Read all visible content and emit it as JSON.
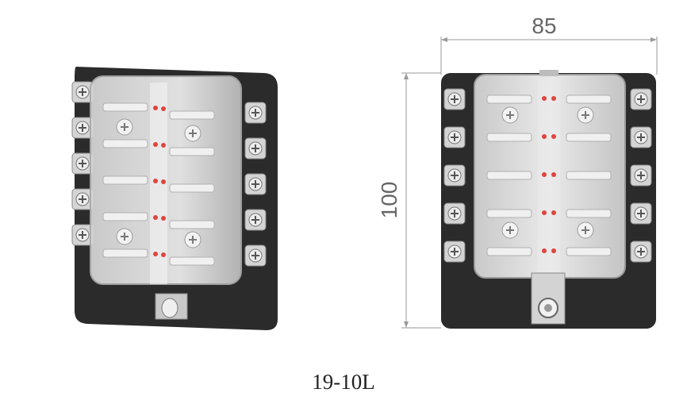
{
  "dimensions": {
    "width_label": "85",
    "height_label": "100"
  },
  "model": {
    "label": "19-10L"
  },
  "colors": {
    "base": "#2b2b2b",
    "cover": "#d9d9d9",
    "terminal": "#cfcfcf",
    "led": "#e0443c",
    "dimension_line": "#9a9a9a"
  }
}
